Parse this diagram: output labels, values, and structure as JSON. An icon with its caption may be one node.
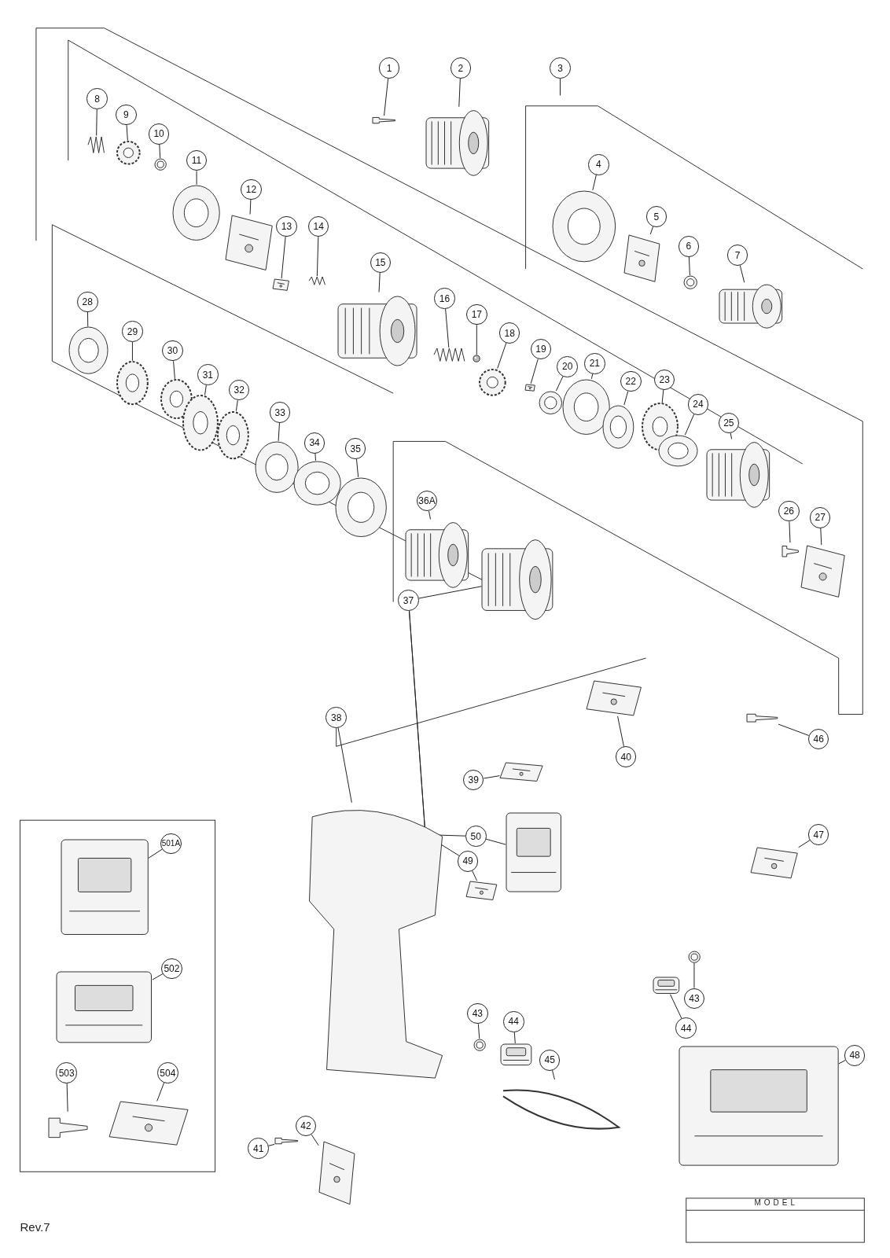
{
  "diagram": {
    "nodes": [
      {
        "text": [
          "1"
        ]
      },
      {
        "text": [],
        "shape": "picture"
      },
      {
        "text": [
          "2"
        ]
      },
      {
        "text": [],
        "shape": "picture"
      },
      {
        "text": [
          "3"
        ]
      },
      {
        "text": [
          "4"
        ]
      },
      {
        "text": [],
        "shape": "picture"
      },
      {
        "text": [
          "5"
        ]
      },
      {
        "text": [],
        "shape": "picture"
      },
      {
        "text": [
          "6"
        ]
      },
      {
        "text": [],
        "shape": "picture"
      },
      {
        "text": [
          "7"
        ]
      },
      {
        "text": [],
        "shape": "picture"
      },
      {
        "text": [
          "8"
        ]
      },
      {
        "text": [],
        "shape": "picture"
      },
      {
        "text": [
          "9"
        ]
      },
      {
        "text": [],
        "shape": "picture"
      },
      {
        "text": [
          "10"
        ]
      },
      {
        "text": [],
        "shape": "picture"
      },
      {
        "text": [
          "11"
        ]
      },
      {
        "text": [],
        "shape": "picture"
      },
      {
        "text": [
          "12"
        ]
      },
      {
        "text": [],
        "shape": "picture"
      },
      {
        "text": [
          "13"
        ]
      },
      {
        "text": [],
        "shape": "picture"
      },
      {
        "text": [
          "14"
        ]
      },
      {
        "text": [],
        "shape": "picture"
      },
      {
        "text": [
          "15"
        ]
      },
      {
        "text": [],
        "shape": "picture"
      },
      {
        "text": [
          "16"
        ]
      },
      {
        "text": [],
        "shape": "picture"
      },
      {
        "text": [
          "17"
        ]
      },
      {
        "text": [],
        "shape": "picture"
      },
      {
        "text": [
          "18"
        ]
      },
      {
        "text": [],
        "shape": "picture"
      },
      {
        "text": [
          "19"
        ]
      },
      {
        "text": [],
        "shape": "picture"
      },
      {
        "text": [
          "20"
        ]
      },
      {
        "text": [],
        "shape": "picture"
      },
      {
        "text": [
          "21"
        ]
      },
      {
        "text": [],
        "shape": "picture"
      },
      {
        "text": [
          "22"
        ]
      },
      {
        "text": [],
        "shape": "picture"
      },
      {
        "text": [
          "23"
        ]
      },
      {
        "text": [],
        "shape": "picture"
      },
      {
        "text": [
          "24"
        ]
      },
      {
        "text": [],
        "shape": "picture"
      },
      {
        "text": [
          "25"
        ]
      },
      {
        "text": [],
        "shape": "picture"
      },
      {
        "text": [
          "26"
        ]
      },
      {
        "text": [],
        "shape": "picture"
      },
      {
        "text": [
          "27"
        ]
      },
      {
        "text": [],
        "shape": "picture"
      },
      {
        "text": [
          "28"
        ]
      },
      {
        "text": [],
        "shape": "picture"
      },
      {
        "text": [
          "29"
        ]
      },
      {
        "text": [],
        "shape": "picture"
      },
      {
        "text": [
          "30"
        ]
      },
      {
        "text": [],
        "shape": "picture"
      },
      {
        "text": [
          "31"
        ]
      },
      {
        "text": [],
        "shape": "picture"
      },
      {
        "text": [
          "32"
        ]
      },
      {
        "text": [],
        "shape": "picture"
      },
      {
        "text": [
          "33"
        ]
      },
      {
        "text": [],
        "shape": "picture"
      },
      {
        "text": [
          "34"
        ]
      },
      {
        "text": [],
        "shape": "picture"
      },
      {
        "text": [
          "35"
        ]
      },
      {
        "text": [],
        "shape": "picture"
      },
      {
        "text": [
          "36A"
        ]
      },
      {
        "text": [],
        "shape": "picture"
      },
      {
        "text": [
          "37"
        ]
      },
      {
        "text": [],
        "shape": "picture"
      },
      {
        "text": [
          "38"
        ]
      },
      {
        "text": [],
        "shape": "picture"
      },
      {
        "text": [
          "39"
        ]
      },
      {
        "text": [],
        "shape": "picture"
      },
      {
        "text": [
          "40"
        ]
      },
      {
        "text": [],
        "shape": "picture"
      },
      {
        "text": [
          "41"
        ]
      },
      {
        "text": [],
        "shape": "picture"
      },
      {
        "text": [
          "42"
        ]
      },
      {
        "text": [],
        "shape": "picture"
      },
      {
        "text": [
          "43"
        ]
      },
      {
        "text": [],
        "shape": "picture"
      },
      {
        "text": [
          "43"
        ]
      },
      {
        "text": [],
        "shape": "picture"
      },
      {
        "text": [
          "44"
        ]
      },
      {
        "text": [],
        "shape": "picture"
      },
      {
        "text": [
          "44"
        ]
      },
      {
        "text": [],
        "shape": "picture"
      },
      {
        "text": [
          "45"
        ]
      },
      {
        "text": [],
        "shape": "picture"
      },
      {
        "text": [
          "46"
        ]
      },
      {
        "text": [],
        "shape": "picture"
      },
      {
        "text": [
          "47"
        ]
      },
      {
        "text": [],
        "shape": "picture"
      },
      {
        "text": [
          "48"
        ]
      },
      {
        "text": [],
        "shape": "picture"
      },
      {
        "text": [
          "49"
        ]
      },
      {
        "text": [],
        "shape": "picture"
      },
      {
        "text": [
          "50"
        ]
      },
      {
        "text": [],
        "shape": "picture"
      },
      {
        "text": [
          "501A"
        ]
      },
      {
        "text": [],
        "shape": "picture"
      },
      {
        "text": [
          "502"
        ]
      },
      {
        "text": [],
        "shape": "picture"
      },
      {
        "text": [
          "503"
        ]
      },
      {
        "text": [],
        "shape": "picture"
      },
      {
        "text": [
          "504"
        ]
      },
      {
        "text": [],
        "shape": "picture"
      }
    ],
    "edges": [
      {
        "from": 0,
        "to": 1,
        "arrow": "none"
      },
      {
        "from": 2,
        "to": 3,
        "arrow": "none"
      },
      {
        "from": 4,
        "to": null,
        "arrow": "none"
      },
      {
        "from": 5,
        "to": 6,
        "arrow": "none"
      },
      {
        "from": 7,
        "to": 8,
        "arrow": "none"
      },
      {
        "from": 9,
        "to": 10,
        "arrow": "none"
      },
      {
        "from": 11,
        "to": 12,
        "arrow": "none"
      },
      {
        "from": 13,
        "to": 14,
        "arrow": "none"
      },
      {
        "from": 15,
        "to": 16,
        "arrow": "none"
      },
      {
        "from": 17,
        "to": 18,
        "arrow": "none"
      },
      {
        "from": 19,
        "to": 20,
        "arrow": "none"
      },
      {
        "from": 21,
        "to": 22,
        "arrow": "none"
      },
      {
        "from": 23,
        "to": 24,
        "arrow": "none"
      },
      {
        "from": 25,
        "to": 26,
        "arrow": "none"
      },
      {
        "from": 27,
        "to": 28,
        "arrow": "none"
      },
      {
        "from": 29,
        "to": 30,
        "arrow": "none"
      },
      {
        "from": 31,
        "to": 32,
        "arrow": "none"
      },
      {
        "from": 33,
        "to": 34,
        "arrow": "none"
      },
      {
        "from": 35,
        "to": 36,
        "arrow": "none"
      },
      {
        "from": 37,
        "to": 38,
        "arrow": "none"
      },
      {
        "from": 39,
        "to": 40,
        "arrow": "none"
      },
      {
        "from": 41,
        "to": 42,
        "arrow": "none"
      },
      {
        "from": 43,
        "to": 44,
        "arrow": "none"
      },
      {
        "from": 45,
        "to": 46,
        "arrow": "none"
      },
      {
        "from": 47,
        "to": 48,
        "arrow": "none"
      },
      {
        "from": 49,
        "to": 50,
        "arrow": "none"
      },
      {
        "from": 51,
        "to": 52,
        "arrow": "none"
      },
      {
        "from": 53,
        "to": 54,
        "arrow": "none"
      },
      {
        "from": 55,
        "to": 56,
        "arrow": "none"
      },
      {
        "from": 57,
        "to": 58,
        "arrow": "none"
      },
      {
        "from": 59,
        "to": 60,
        "arrow": "none"
      },
      {
        "from": 61,
        "to": 62,
        "arrow": "none"
      },
      {
        "from": 63,
        "to": 64,
        "arrow": "none"
      },
      {
        "from": 65,
        "to": 66,
        "arrow": "none"
      },
      {
        "from": 67,
        "to": 68,
        "arrow": "none"
      },
      {
        "from": 69,
        "to": 70,
        "arrow": "none"
      },
      {
        "from": 71,
        "to": 72,
        "arrow": "none"
      },
      {
        "from": 73,
        "to": 74,
        "arrow": "none"
      },
      {
        "from": 75,
        "to": 76,
        "arrow": "none"
      },
      {
        "from": 77,
        "to": 78,
        "arrow": "none"
      },
      {
        "from": 79,
        "to": 80,
        "arrow": "none"
      },
      {
        "from": 81,
        "to": 82,
        "arrow": "none"
      },
      {
        "from": 83,
        "to": 84,
        "arrow": "none"
      },
      {
        "from": 85,
        "to": 86,
        "arrow": "none"
      },
      {
        "from": 87,
        "to": 88,
        "arrow": "none"
      },
      {
        "from": 89,
        "to": 90,
        "arrow": "none"
      },
      {
        "from": 91,
        "to": 92,
        "arrow": "none"
      },
      {
        "from": 93,
        "to": 94,
        "arrow": "none"
      },
      {
        "from": 95,
        "to": 96,
        "arrow": "none"
      },
      {
        "from": 97,
        "to": 98,
        "arrow": "none"
      },
      {
        "from": 99,
        "to": 100,
        "arrow": "none"
      },
      {
        "from": 101,
        "to": 102,
        "arrow": "none"
      },
      {
        "from": 103,
        "to": 104,
        "arrow": "none"
      },
      {
        "from": 105,
        "to": 106,
        "arrow": "none"
      },
      {
        "from": 107,
        "to": 108,
        "arrow": "none"
      },
      {
        "from": 109,
        "to": 110,
        "arrow": "none"
      },
      {
        "from": 71,
        "to": 101,
        "arrow": "none"
      },
      {
        "from": 71,
        "to": 99,
        "arrow": "none"
      }
    ],
    "labels": [
      "Rev.7",
      "MODEL"
    ]
  }
}
